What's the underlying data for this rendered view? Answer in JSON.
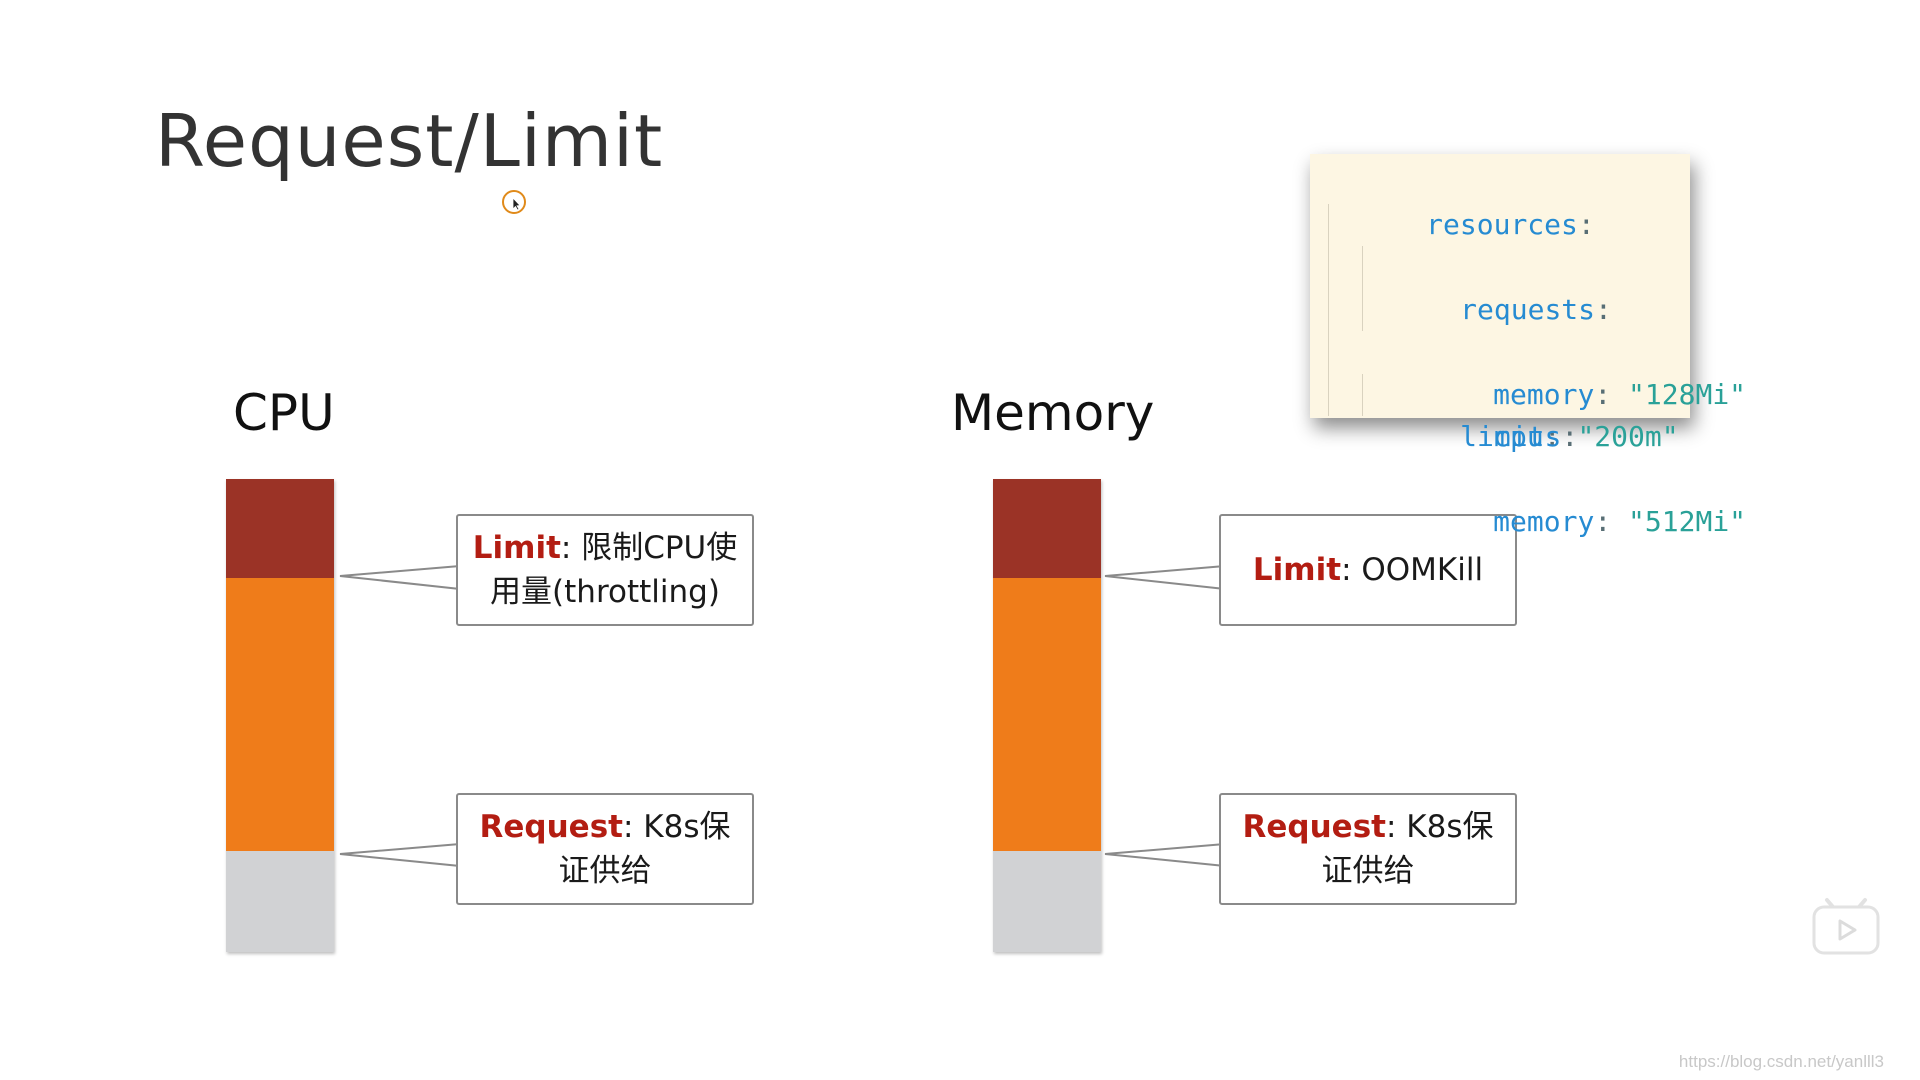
{
  "title": "Request/Limit",
  "colors": {
    "limit_segment": "#9b3326",
    "request_segment": "#ef7c1a",
    "base_segment": "#d1d2d4",
    "keyword": "#b31d12",
    "code_background": "#fdf6e3",
    "code_key": "#268bd2",
    "code_string": "#2aa198"
  },
  "cpu": {
    "label": "CPU",
    "limit": {
      "keyword": "Limit",
      "text": ": 限制CPU使用量(throttling)"
    },
    "request": {
      "keyword": "Request",
      "text": ": K8s保证供给"
    }
  },
  "memory": {
    "label": "Memory",
    "limit": {
      "keyword": "Limit",
      "text": ": OOMKill"
    },
    "request": {
      "keyword": "Request",
      "text": ": K8s保证供给"
    }
  },
  "yaml": {
    "resources": "resources",
    "requests": "requests",
    "memory_key": "memory",
    "memory_request": "\"128Mi\"",
    "cpu_key": "cpu",
    "cpu_request": "\"200m\"",
    "limits": "limits",
    "memory_limit": "\"512Mi\"",
    "colon": ":"
  },
  "watermark": "https://blog.csdn.net/yanlll3",
  "icons": {
    "cursor": "mouse-cursor-icon",
    "player": "video-player-icon"
  }
}
